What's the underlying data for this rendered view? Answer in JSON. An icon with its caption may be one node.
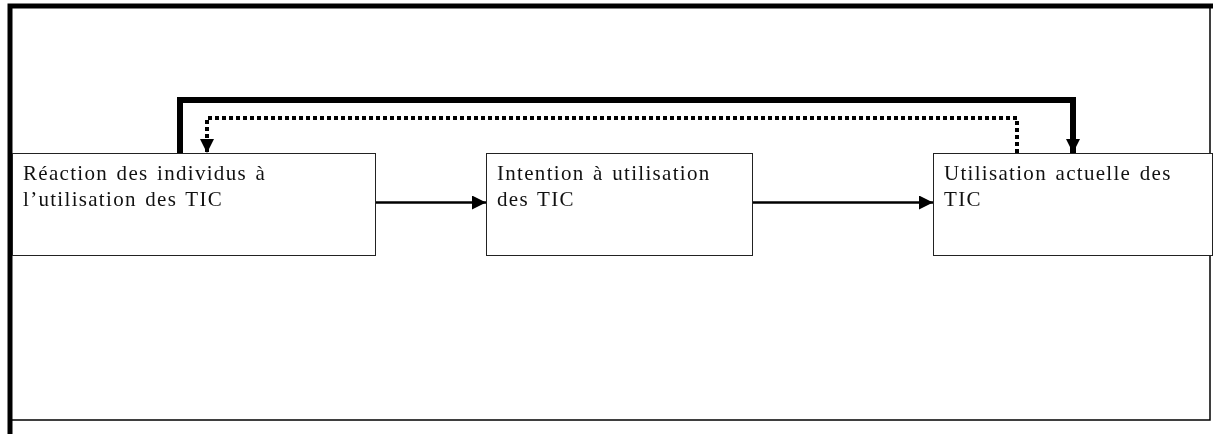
{
  "diagram": {
    "nodes": [
      {
        "text": [
          "Réaction des individus à l’utilisation des TIC"
        ]
      },
      {
        "text": [
          "Intention à utilisation des TIC"
        ]
      },
      {
        "text": [
          "Utilisation actuelle des TIC"
        ]
      }
    ],
    "edges": [
      {
        "from": 0,
        "to": 1,
        "arrow": "to"
      },
      {
        "from": 1,
        "to": 2,
        "arrow": "to"
      },
      {
        "from": 0,
        "to": 2,
        "arrow": "to",
        "style": "thick"
      },
      {
        "from": 2,
        "to": 0,
        "arrow": "to",
        "style": "dashed"
      }
    ]
  }
}
